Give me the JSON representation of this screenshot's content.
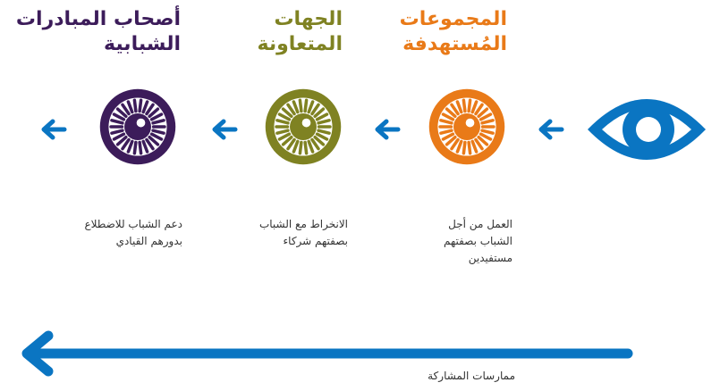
{
  "colors": {
    "blue": "#0a75c2",
    "orange": "#e97a18",
    "olive": "#7f8222",
    "purple": "#3c1c5a",
    "text": "#333333"
  },
  "stages": [
    {
      "title": "المجموعات المُستهدفة",
      "description": "العمل من أجل الشباب بصفتهم مستفيدين",
      "color": "#e97a18"
    },
    {
      "title": "الجهات المتعاونة",
      "description": "الانخراط مع الشباب بصفتهم شركاء",
      "color": "#7f8222"
    },
    {
      "title": "أصحاب المبادرات الشبابية",
      "description": "دعم الشباب للاضطلاع بدورهم القيادي",
      "color": "#3c1c5a"
    }
  ],
  "icons": {
    "start": "eye-icon",
    "stage": "sunburst-eye-icon",
    "flow": "arrow-left-icon"
  },
  "footer": {
    "label": "ممارسات المشاركة"
  }
}
